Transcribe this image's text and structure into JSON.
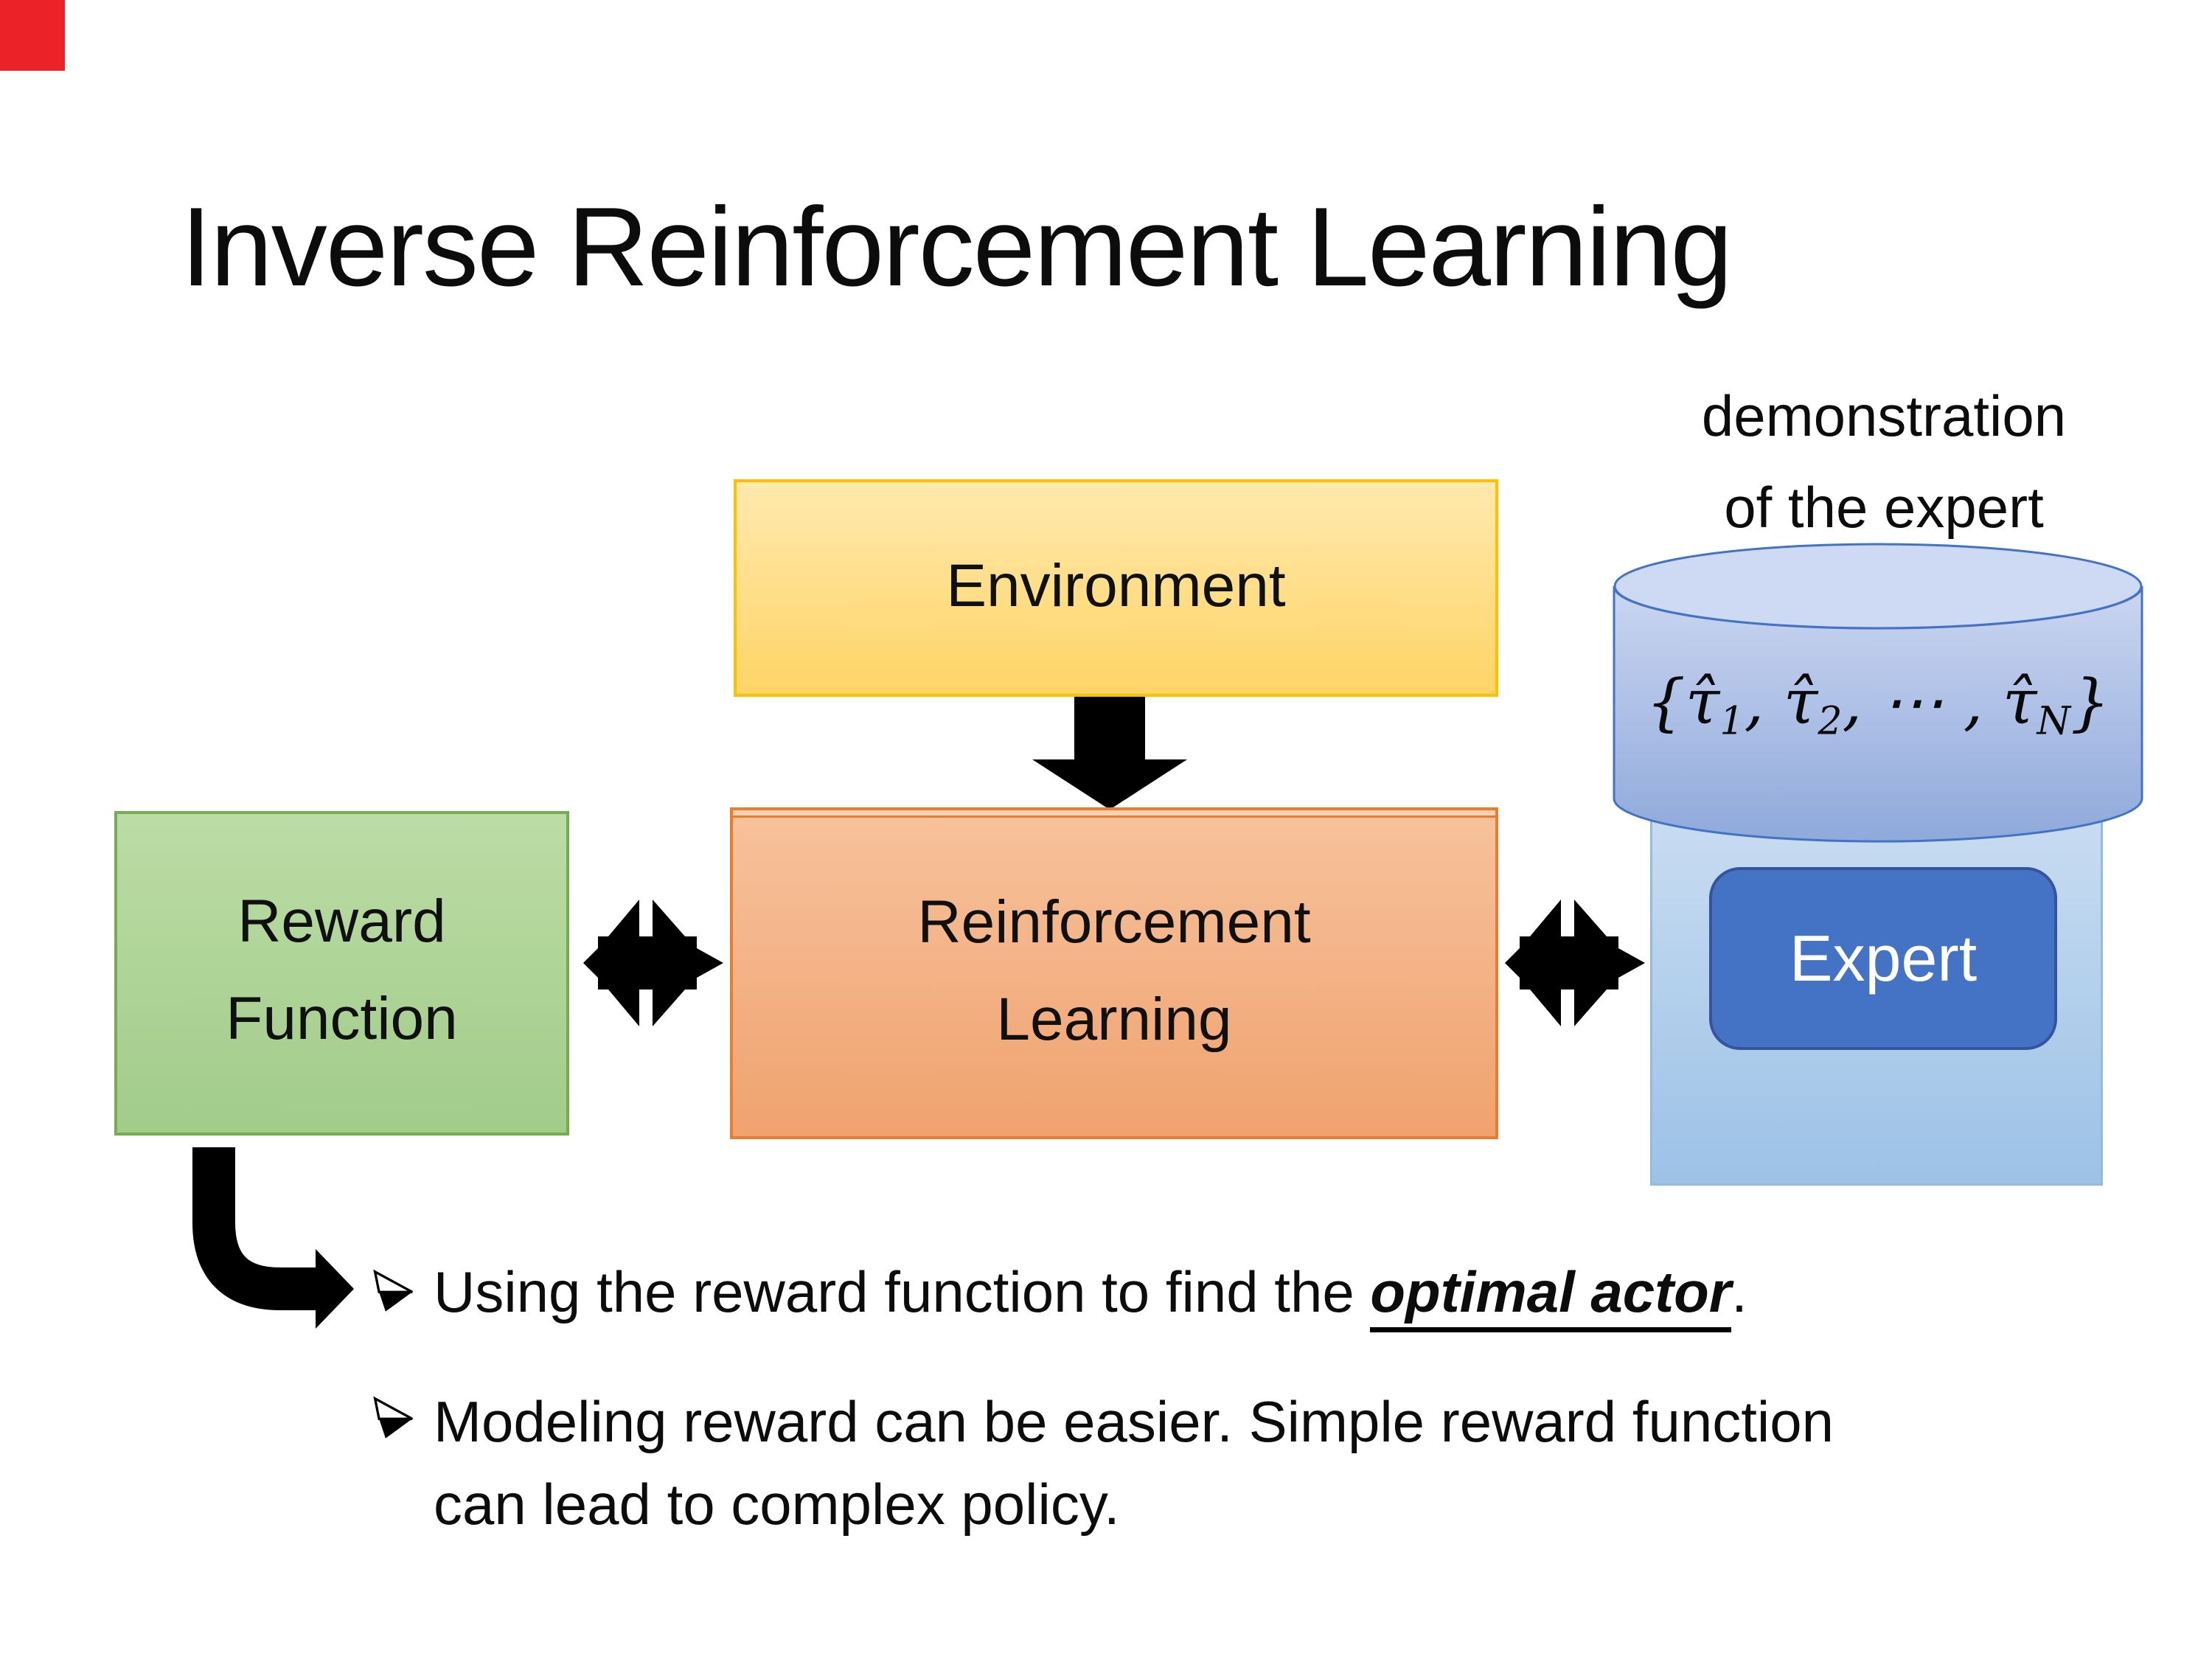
{
  "slide": {
    "title": "Inverse Reinforcement Learning",
    "annotation": {
      "line1": "demonstration",
      "line2": "of the expert"
    },
    "boxes": {
      "environment": {
        "label": "Environment",
        "fill_top": "#FFE9AE",
        "fill_bottom": "#FFD466",
        "border": "#FFC000"
      },
      "reward": {
        "line1": "Reward",
        "line2": "Function",
        "fill_top": "#BBDCA6",
        "fill_bottom": "#A2CC8A",
        "border": "#76AE4F"
      },
      "reinforcement_learning": {
        "line1": "Reinforcement",
        "line2": "Learning",
        "fill_top": "#F7C29C",
        "fill_bottom": "#F0A26F",
        "border": "#E87D31"
      },
      "expert": {
        "label": "Expert",
        "fill": "#4472C4",
        "border": "#34549B",
        "text_color": "#FFFFFF"
      },
      "expert_container": {
        "fill_top": "#CADDF2",
        "fill_bottom": "#9CC2E6",
        "border": "#94BAE2"
      },
      "demonstration_cylinder": {
        "fill_top": "#CBD6F1",
        "fill_bottom": "#8FA9DB",
        "lid_fill": "#CED9F3",
        "border": "#4472C4"
      }
    },
    "formula": {
      "segments": [
        {
          "t": "{τ̂"
        },
        {
          "t": "1",
          "sub": true
        },
        {
          "t": ", τ̂"
        },
        {
          "t": "2",
          "sub": true
        },
        {
          "t": ", ⋯ , τ̂"
        },
        {
          "t": "N",
          "sub": true
        },
        {
          "t": "}"
        }
      ]
    },
    "bullets": [
      {
        "prefix": "Using the reward function to find the ",
        "emphasis": "optimal actor",
        "suffix": "."
      },
      {
        "text": "Modeling reward can be easier. Simple reward function can lead to complex policy."
      }
    ],
    "icons": {
      "corner_marker_color": "#EB2227",
      "arrow_color": "#000000",
      "bullet_glyph": "three-d-arrowhead"
    }
  }
}
